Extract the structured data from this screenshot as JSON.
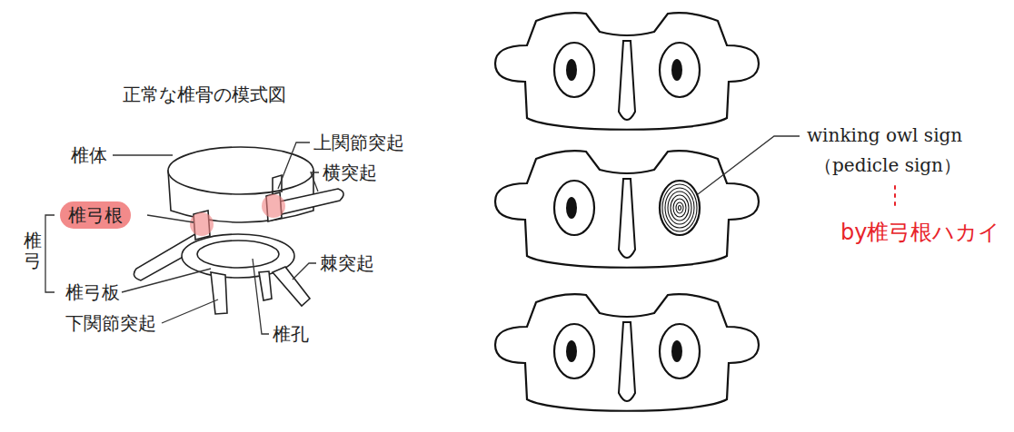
{
  "diagram": {
    "title": "正常な椎骨の模式図",
    "nodes": [
      {
        "text": [
          "椎弓根"
        ]
      }
    ],
    "labels": [
      "椎体",
      "上関節突起",
      "横突起",
      "椎弓",
      "椎弓板",
      "棘突起",
      "下関節突起",
      "椎孔",
      "winking owl sign",
      "（pedicle sign）",
      "by椎弓根ハカイ"
    ]
  }
}
